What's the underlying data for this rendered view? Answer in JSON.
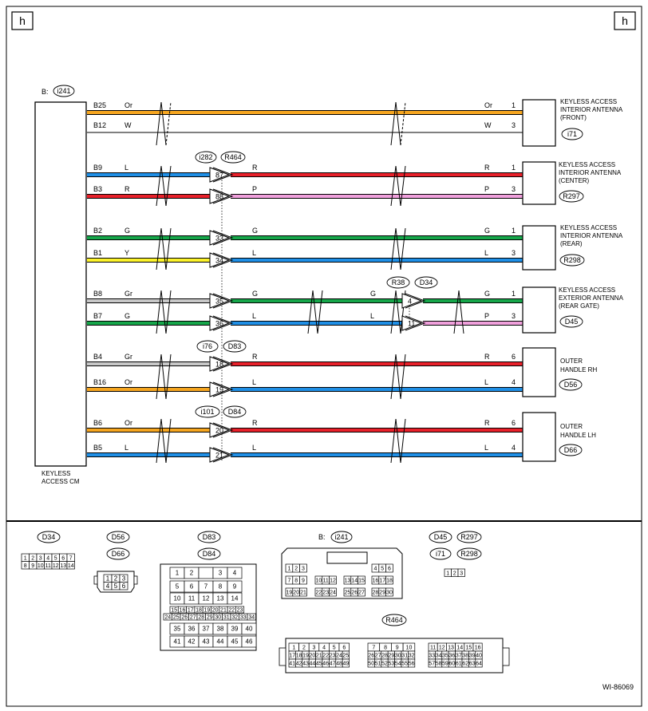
{
  "page_markers": {
    "left": "h",
    "right": "h"
  },
  "ecu": {
    "connector_prefix": "B:",
    "connector_id": "i241",
    "label_line1": "KEYLESS",
    "label_line2": "ACCESS CM"
  },
  "components": [
    {
      "label": [
        "KEYLESS ACCESS",
        "INTERIOR ANTENNA",
        "(FRONT)"
      ],
      "connector": "i71"
    },
    {
      "label": [
        "KEYLESS ACCESS",
        "INTERIOR ANTENNA",
        "(CENTER)"
      ],
      "connector": "R297"
    },
    {
      "label": [
        "KEYLESS ACCESS",
        "INTERIOR ANTENNA",
        "(REAR)"
      ],
      "connector": "R298"
    },
    {
      "label": [
        "KEYLESS ACCESS",
        "EXTERIOR ANTENNA",
        "(REAR GATE)"
      ],
      "connector": "D45"
    },
    {
      "label": [
        "OUTER",
        "HANDLE RH"
      ],
      "connector": "D56"
    },
    {
      "label": [
        "OUTER",
        "HANDLE LH"
      ],
      "connector": "D66"
    }
  ],
  "joint_connectors": [
    {
      "ids": [
        "i282",
        "R464"
      ]
    },
    {
      "ids": [
        "i76",
        "D83"
      ]
    },
    {
      "ids": [
        "i101",
        "D84"
      ]
    },
    {
      "ids": [
        "R38",
        "D34"
      ]
    }
  ],
  "colors": {
    "Or": "#f5a51f",
    "W": "#ffffff",
    "L": "#1f8fe6",
    "R": "#e8202a",
    "P": "#f0a0dc",
    "G": "#16a64a",
    "Y": "#fbf22a",
    "Gr": "#c8c8c8",
    "line": "#000000"
  },
  "wires": [
    {
      "pin": "B25",
      "color_left": "Or",
      "color_right": "Or",
      "joint": "",
      "pin_right": "1"
    },
    {
      "pin": "B12",
      "color_left": "W",
      "color_right": "W",
      "joint": "",
      "pin_right": "3"
    },
    {
      "pin": "B9",
      "color_left": "L",
      "color_right": "R",
      "joint": "87",
      "pin_right": "1"
    },
    {
      "pin": "B3",
      "color_left": "R",
      "color_right": "P",
      "joint": "88",
      "pin_right": "3"
    },
    {
      "pin": "B2",
      "color_left": "G",
      "color_right": "G",
      "joint": "33",
      "pin_right": "1"
    },
    {
      "pin": "B1",
      "color_left": "Y",
      "color_right": "L",
      "joint": "34",
      "pin_right": "3"
    },
    {
      "pin": "B8",
      "color_left": "Gr",
      "color_right": "G",
      "joint": "35",
      "color_mid": "G",
      "joint2": "4",
      "pin_right": "1"
    },
    {
      "pin": "B7",
      "color_left": "G",
      "color_right": "P",
      "joint": "36",
      "color_mid": "L",
      "joint2": "11",
      "pin_right": "3"
    },
    {
      "pin": "B4",
      "color_left": "Gr",
      "color_right": "R",
      "joint": "18",
      "pin_right": "6"
    },
    {
      "pin": "B16",
      "color_left": "Or",
      "color_right": "L",
      "joint": "19",
      "pin_right": "4"
    },
    {
      "pin": "B6",
      "color_left": "Or",
      "color_right": "R",
      "joint": "20",
      "pin_right": "6"
    },
    {
      "pin": "B5",
      "color_left": "L",
      "color_right": "L",
      "joint": "21",
      "pin_right": "4"
    }
  ],
  "connector_views": {
    "d34": {
      "title": "D34",
      "rows": [
        [
          "1",
          "2",
          "3",
          "4",
          "5",
          "6",
          "7"
        ],
        [
          "8",
          "9",
          "10",
          "11",
          "12",
          "13",
          "14"
        ]
      ]
    },
    "d56": {
      "titles": [
        "D56",
        "D66"
      ],
      "rows": [
        [
          "1",
          "2",
          "3"
        ],
        [
          "4",
          "5",
          "6"
        ]
      ]
    },
    "d83": {
      "titles": [
        "D83",
        "D84"
      ],
      "rows": [
        [
          "1",
          "2",
          "",
          "3",
          "4"
        ],
        [
          "5",
          "6",
          "7",
          "8",
          "9"
        ],
        [
          "10",
          "11",
          "12",
          "13",
          "14"
        ],
        [
          "15",
          "16",
          "17",
          "18",
          "19",
          "20",
          "21",
          "22",
          "23"
        ],
        [
          "24",
          "25",
          "26",
          "27",
          "28",
          "29",
          "30",
          "31",
          "32",
          "33",
          "34"
        ],
        [
          "35",
          "36",
          "37",
          "38",
          "39",
          "40"
        ],
        [
          "41",
          "42",
          "43",
          "44",
          "45",
          "46"
        ]
      ]
    },
    "b241": {
      "prefix": "B:",
      "title": "i241",
      "rows": [
        [
          "1",
          "2",
          "3",
          "4",
          "5",
          "6"
        ],
        [
          "7",
          "8",
          "9",
          "10",
          "11",
          "12",
          "13",
          "14",
          "15",
          "16",
          "17",
          "18"
        ],
        [
          "19",
          "20",
          "21",
          "22",
          "23",
          "24",
          "25",
          "26",
          "27",
          "28",
          "29",
          "30"
        ]
      ]
    },
    "d45": {
      "titles": [
        "D45",
        "R297",
        "i71",
        "R298"
      ],
      "pins": [
        "1",
        "2",
        "3"
      ]
    },
    "r464": {
      "title": "R464",
      "rows": [
        [
          "1",
          "2",
          "3",
          "4",
          "5",
          "6",
          "7",
          "8",
          "9",
          "10",
          "11",
          "12",
          "13",
          "14",
          "15",
          "16"
        ],
        [
          "17",
          "18",
          "19",
          "20",
          "21",
          "22",
          "23",
          "24",
          "25",
          "26",
          "27",
          "28",
          "29",
          "30",
          "31",
          "32",
          "33",
          "34",
          "35",
          "36",
          "37",
          "38",
          "39",
          "40"
        ],
        [
          "41",
          "42",
          "43",
          "44",
          "45",
          "46",
          "47",
          "48",
          "49",
          "50",
          "51",
          "52",
          "53",
          "54",
          "55",
          "56",
          "57",
          "58",
          "59",
          "60",
          "61",
          "62",
          "63",
          "64"
        ]
      ]
    }
  },
  "figure_code": "WI-86069"
}
